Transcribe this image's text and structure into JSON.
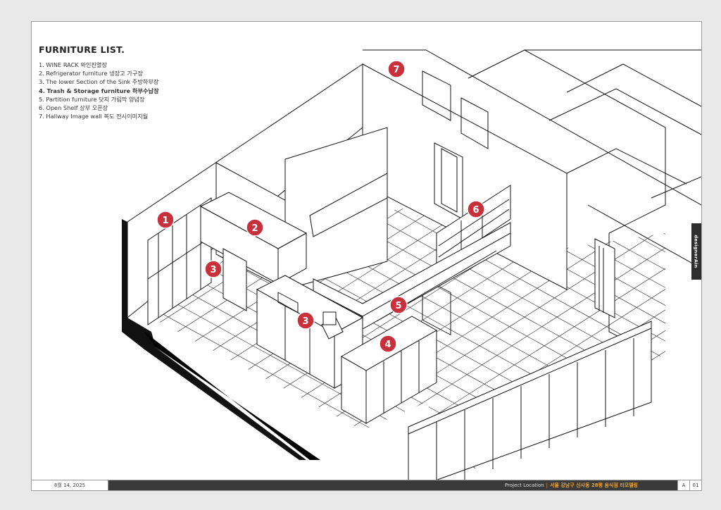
{
  "list": {
    "title": "FURNITURE LIST.",
    "items": [
      {
        "text": "1. WINE RACK 와인진열장"
      },
      {
        "text": "2. Refrigerator furniture 냉장고 가구장"
      },
      {
        "text": "3. The lower Section of the Sink 주방하부장"
      },
      {
        "text": "4.  Trash & Storage furniture 하부수납장"
      },
      {
        "text": "5. Partition furniture 닷지 가림막 양념장"
      },
      {
        "text": "6. Open Shelf 상부 오픈장"
      },
      {
        "text": "7. Hallway Image wall 복도 전시이미지월"
      }
    ]
  },
  "badges": [
    "1",
    "2",
    "3",
    "3",
    "4",
    "5",
    "6",
    "7"
  ],
  "side_tab": "designerAin",
  "footer": {
    "date": "8월 14, 2025",
    "project_label": "Project Location",
    "separator": "|",
    "location": "서울 강남구 신사동 28평 음식점 리모델링",
    "sheet_letter": "A",
    "sheet_number": "01"
  },
  "colors": {
    "badge": "#c8313b",
    "footer_bar": "#3a3a3a",
    "accent": "#f0a431"
  }
}
